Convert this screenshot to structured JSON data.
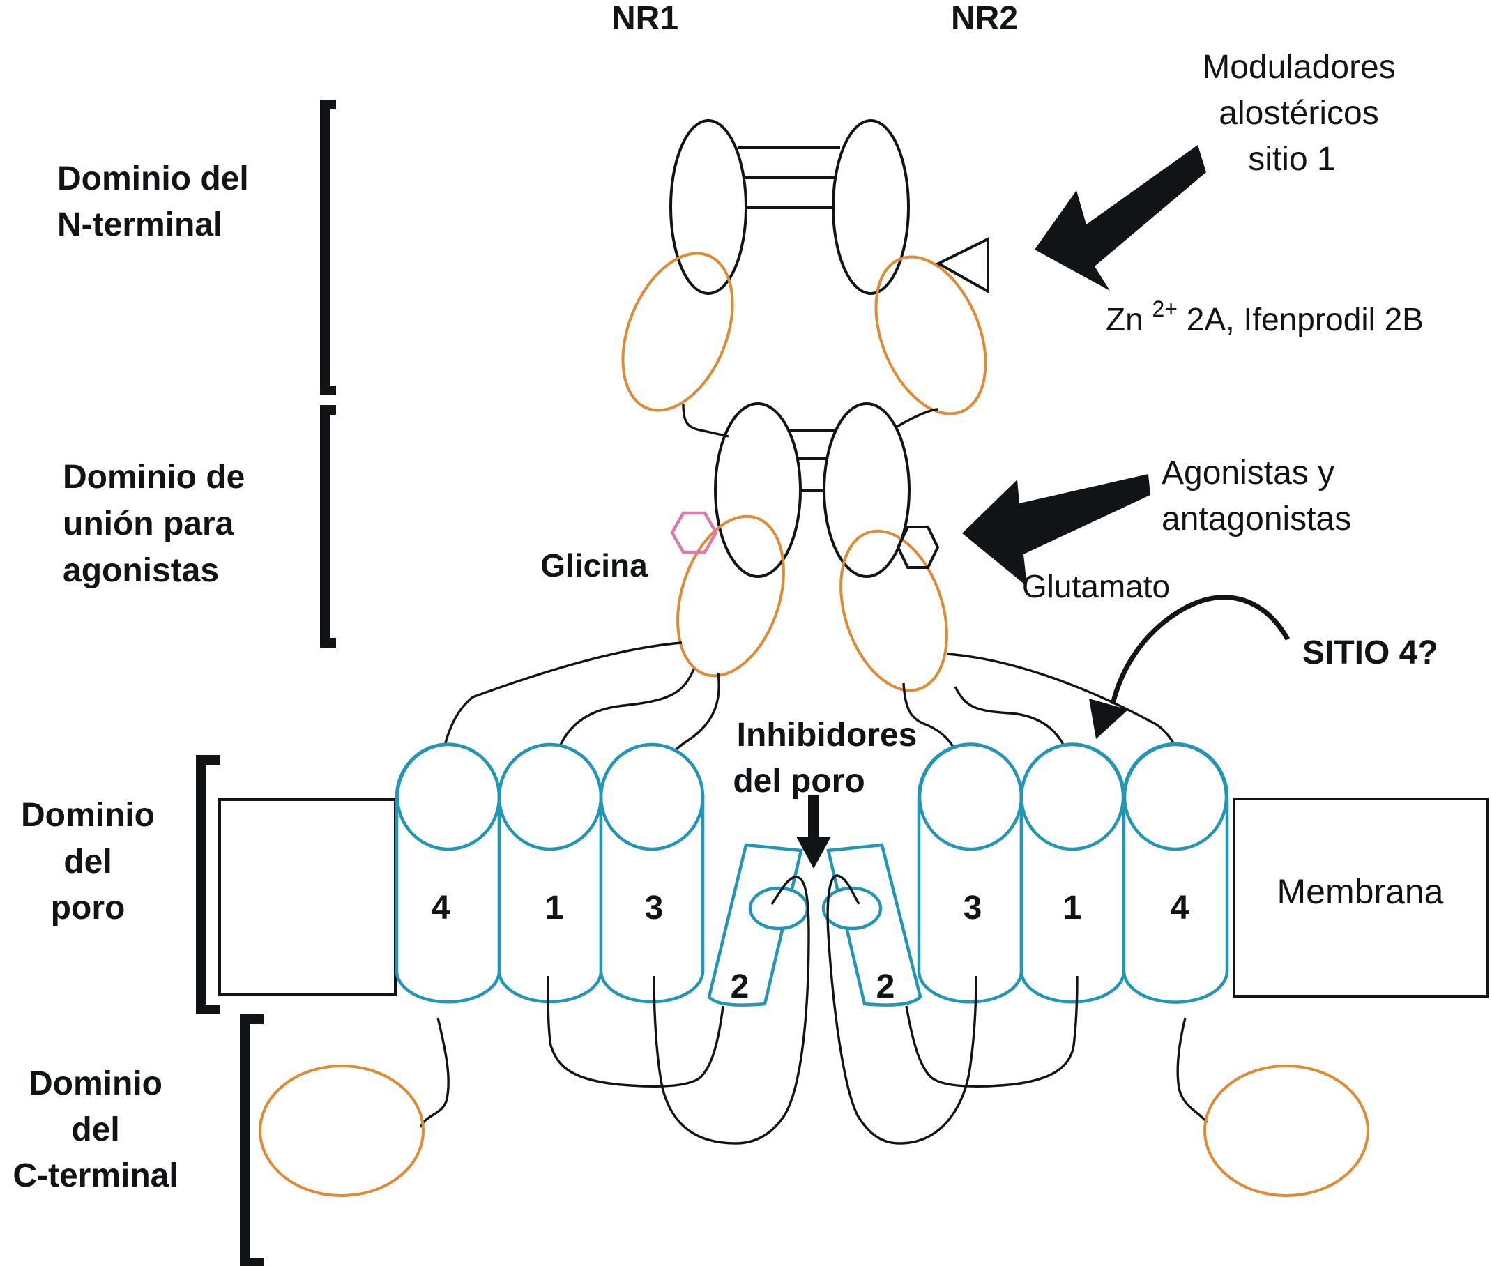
{
  "subunits": {
    "left": "NR1",
    "right": "NR2"
  },
  "domains": {
    "n_terminal": [
      "Dominio del",
      "N-terminal"
    ],
    "agonist_binding": [
      "Dominio de",
      "unión para",
      "agonistas"
    ],
    "pore": [
      "Dominio",
      "del",
      "poro"
    ],
    "c_terminal": [
      "Dominio",
      "del",
      "C-terminal"
    ]
  },
  "annotations": {
    "allosteric": [
      "Moduladores",
      "alostéricos",
      "sitio 1"
    ],
    "zinc_prefix": "Zn ",
    "zinc_superscript": "2+",
    "zinc_suffix": " 2A, Ifenprodil 2B",
    "agonists": [
      "Agonistas y",
      "antagonistas"
    ],
    "glycine": "Glicina",
    "glutamate": "Glutamato",
    "site4": "SITIO 4?",
    "pore_inhibitors": [
      "Inhibidores",
      "del poro"
    ],
    "membrane": "Membrana"
  },
  "helices": {
    "nr1": [
      "4",
      "1",
      "3",
      "2"
    ],
    "nr2": [
      "3",
      "1",
      "4",
      "2"
    ]
  },
  "colors": {
    "line": "#111416",
    "domain_orange": "#e08a33",
    "helix_cyan": "#2196b8",
    "glycine_pink": "#d97ab0"
  }
}
